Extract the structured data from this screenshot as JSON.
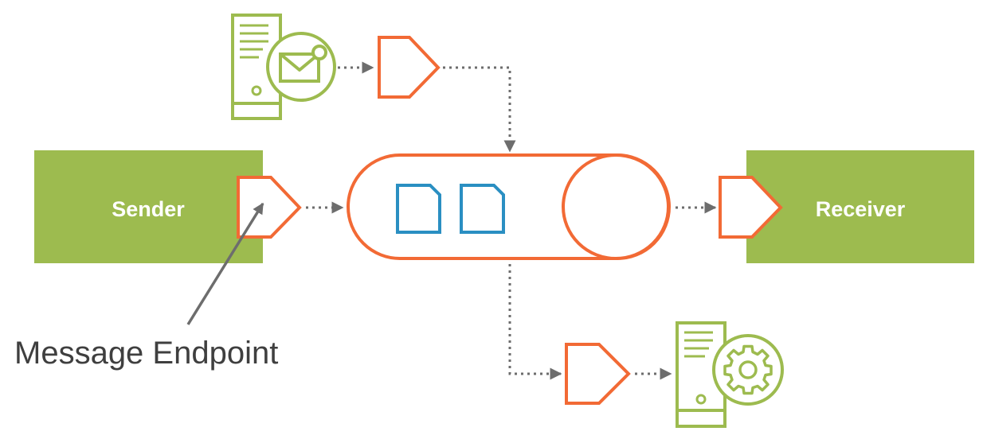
{
  "diagram": {
    "sender_label": "Sender",
    "receiver_label": "Receiver",
    "callout_label": "Message Endpoint"
  },
  "colors": {
    "green": "#9dbb4f",
    "orange": "#f26a35",
    "blue": "#2a8fc2",
    "connector_gray": "#6d6d6d",
    "label_dark": "#3f3f3f",
    "white": "#ffffff"
  }
}
